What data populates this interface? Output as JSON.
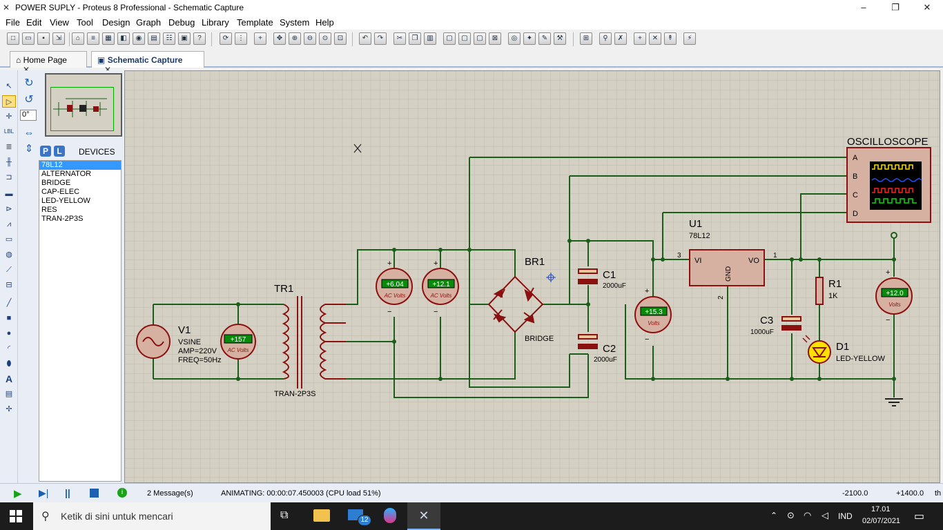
{
  "window": {
    "title": "POWER SUPLY - Proteus 8 Professional - Schematic Capture",
    "controls": [
      "–",
      "❐",
      "✕"
    ]
  },
  "menu": [
    "File",
    "Edit",
    "View",
    "Tool",
    "Design",
    "Graph",
    "Debug",
    "Library",
    "Template",
    "System",
    "Help"
  ],
  "tabs": [
    {
      "label": "Home Page",
      "close": "✕"
    },
    {
      "label": "Schematic Capture",
      "close": "✕"
    }
  ],
  "sidepanel": {
    "rotation": "0°",
    "p_label": "P",
    "l_label": "L",
    "devices_title": "DEVICES",
    "devices": [
      "78L12",
      "ALTERNATOR",
      "BRIDGE",
      "CAP-ELEC",
      "LED-YELLOW",
      "RES",
      "TRAN-2P3S"
    ],
    "selected_index": 0
  },
  "schematic": {
    "v1": {
      "name": "V1",
      "type": "VSINE",
      "amp": "AMP=220V",
      "freq": "FREQ=50Hz"
    },
    "tr1": {
      "name": "TR1",
      "part": "TRAN-2P3S"
    },
    "br1": {
      "name": "BR1",
      "part": "BRIDGE"
    },
    "c1": {
      "name": "C1",
      "value": "2000uF"
    },
    "c2": {
      "name": "C2",
      "value": "2000uF"
    },
    "c3": {
      "name": "C3",
      "value": "1000uF"
    },
    "u1": {
      "name": "U1",
      "part": "78L12",
      "vi": "VI",
      "vo": "VO",
      "gnd": "GND",
      "pin1": "1",
      "pin2": "2",
      "pin3": "3"
    },
    "r1": {
      "name": "R1",
      "value": "1K"
    },
    "d1": {
      "name": "D1",
      "part": "LED-YELLOW"
    },
    "scope": {
      "title": "OSCILLOSCOPE",
      "channels": [
        "A",
        "B",
        "C",
        "D"
      ]
    },
    "meters": [
      {
        "reading": "+157",
        "unit": "AC Volts"
      },
      {
        "reading": "+6.04",
        "unit": "AC Volts"
      },
      {
        "reading": "+12.1",
        "unit": "AC Volts"
      },
      {
        "reading": "+15.3",
        "unit": "Volts"
      },
      {
        "reading": "+12.0",
        "unit": "Volts"
      }
    ],
    "plus": "+",
    "minus": "−"
  },
  "status": {
    "messages": "2 Message(s)",
    "animating": "ANIMATING: 00:00:07.450003 (CPU load 51%)",
    "coord_x": "-2100.0",
    "coord_y": "+1400.0",
    "unit": "th"
  },
  "taskbar": {
    "search_placeholder": "Ketik di sini untuk mencari",
    "mail_badge": "12",
    "language": "IND",
    "time": "17.01",
    "date": "02/07/2021"
  },
  "colors": {
    "wire": "#1a5e1a",
    "component": "#8b1010",
    "canvas": "#d4d0c4",
    "meter_display": "#0a8a0a",
    "selection": "#3399ff"
  }
}
